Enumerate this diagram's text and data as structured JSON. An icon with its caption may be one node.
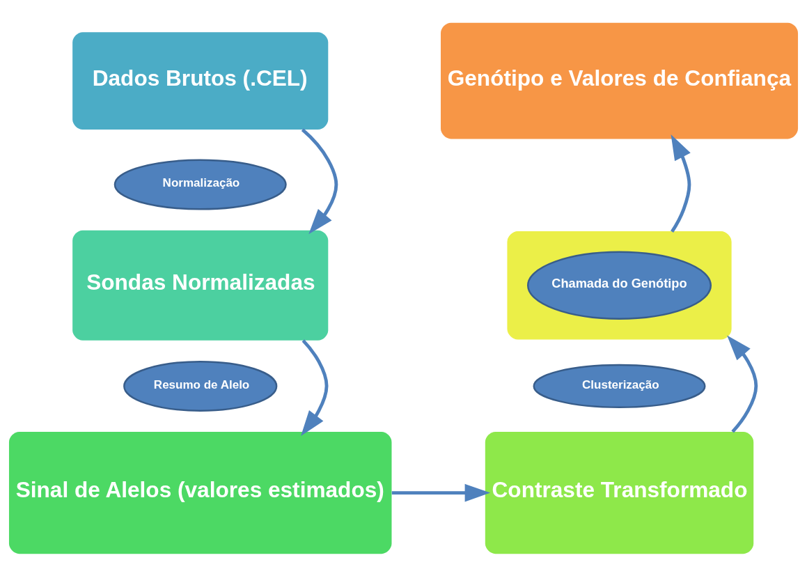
{
  "diagram": {
    "nodes": [
      {
        "text": [
          "Dados Brutos (.CEL)"
        ]
      },
      {
        "text": [
          "Genótipo e Valores de Confiança"
        ]
      },
      {
        "text": [
          "Normalização"
        ]
      },
      {
        "text": [
          "Sondas Normalizadas"
        ]
      },
      {
        "text": [],
        "shape": "box"
      },
      {
        "text": [
          "Chamada do Genótipo"
        ],
        "in": 4
      },
      {
        "text": [
          "Resumo de Alelo"
        ]
      },
      {
        "text": [
          "Sinal de Alelos (valores estimados)"
        ]
      },
      {
        "text": [
          "Clusterização"
        ]
      },
      {
        "text": [
          "Contraste Transformado"
        ]
      }
    ],
    "edges": [
      {
        "from": 0,
        "to": 3,
        "arrow": "to"
      },
      {
        "from": 3,
        "to": 7,
        "arrow": "to"
      },
      {
        "from": 7,
        "to": 9,
        "arrow": "to"
      },
      {
        "from": 9,
        "to": 4,
        "arrow": "to"
      },
      {
        "from": 4,
        "to": 1,
        "arrow": "to"
      }
    ]
  }
}
